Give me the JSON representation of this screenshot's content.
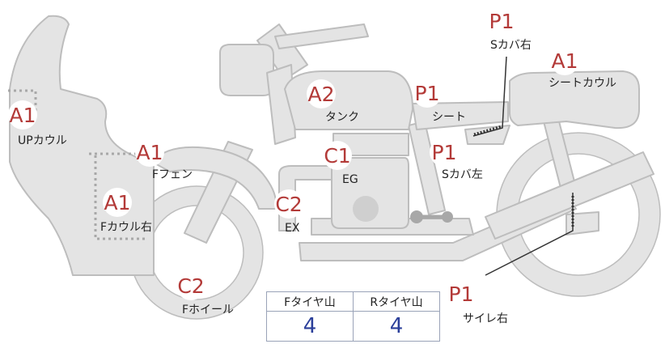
{
  "diagram": {
    "parts": [
      {
        "id": "up-cowl",
        "code": "A1",
        "label": "UPカウル"
      },
      {
        "id": "f-fender",
        "code": "A1",
        "label": "Fフェン"
      },
      {
        "id": "f-cowl-right",
        "code": "A1",
        "label": "Fカウル右"
      },
      {
        "id": "tank",
        "code": "A2",
        "label": "タンク"
      },
      {
        "id": "seat",
        "code": "P1",
        "label": "シート"
      },
      {
        "id": "s-cover-right",
        "code": "P1",
        "label": "Sカバ右"
      },
      {
        "id": "seat-cowl",
        "code": "A1",
        "label": "シートカウル"
      },
      {
        "id": "engine",
        "code": "C1",
        "label": "EG"
      },
      {
        "id": "s-cover-left",
        "code": "P1",
        "label": "Sカバ左"
      },
      {
        "id": "exhaust",
        "code": "C2",
        "label": "EX"
      },
      {
        "id": "f-wheel",
        "code": "C2",
        "label": "Fホイール"
      },
      {
        "id": "silencer-right",
        "code": "P1",
        "label": "サイレ右"
      }
    ],
    "colors": {
      "body_fill": "#e4e4e4",
      "body_stroke": "#bdbdbd",
      "dotted_line": "#a8a8a8",
      "code_color": "#b33a38",
      "tread_color": "#2b3f9a"
    }
  },
  "tire_table": {
    "headers": [
      "Fタイヤ山",
      "Rタイヤ山"
    ],
    "values": [
      "4",
      "4"
    ]
  }
}
